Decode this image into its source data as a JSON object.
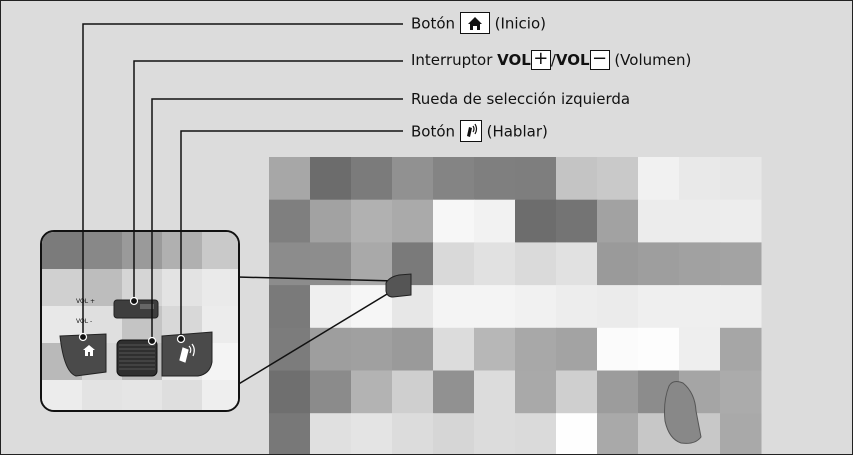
{
  "callouts": {
    "home": {
      "prefix": "Botón",
      "suffix": "(Inicio)",
      "icon": "home-icon"
    },
    "volume": {
      "prefix": "Interruptor",
      "vol_label": "VOL",
      "sep": "/",
      "vol_label_2": "VOL",
      "suffix": "(Volumen)",
      "plus": "+",
      "minus": "−"
    },
    "wheel": {
      "label": "Rueda de selección izquierda"
    },
    "talk": {
      "prefix": "Botón",
      "suffix": "(Hablar)",
      "icon": "talk-icon"
    }
  },
  "inset": {
    "vol_plus": "VOL +",
    "vol_minus": "VOL -"
  },
  "colors": {
    "line": "#111111",
    "mosaic_light": "#eeeeee",
    "mosaic_dark": "#6e6e6e"
  }
}
